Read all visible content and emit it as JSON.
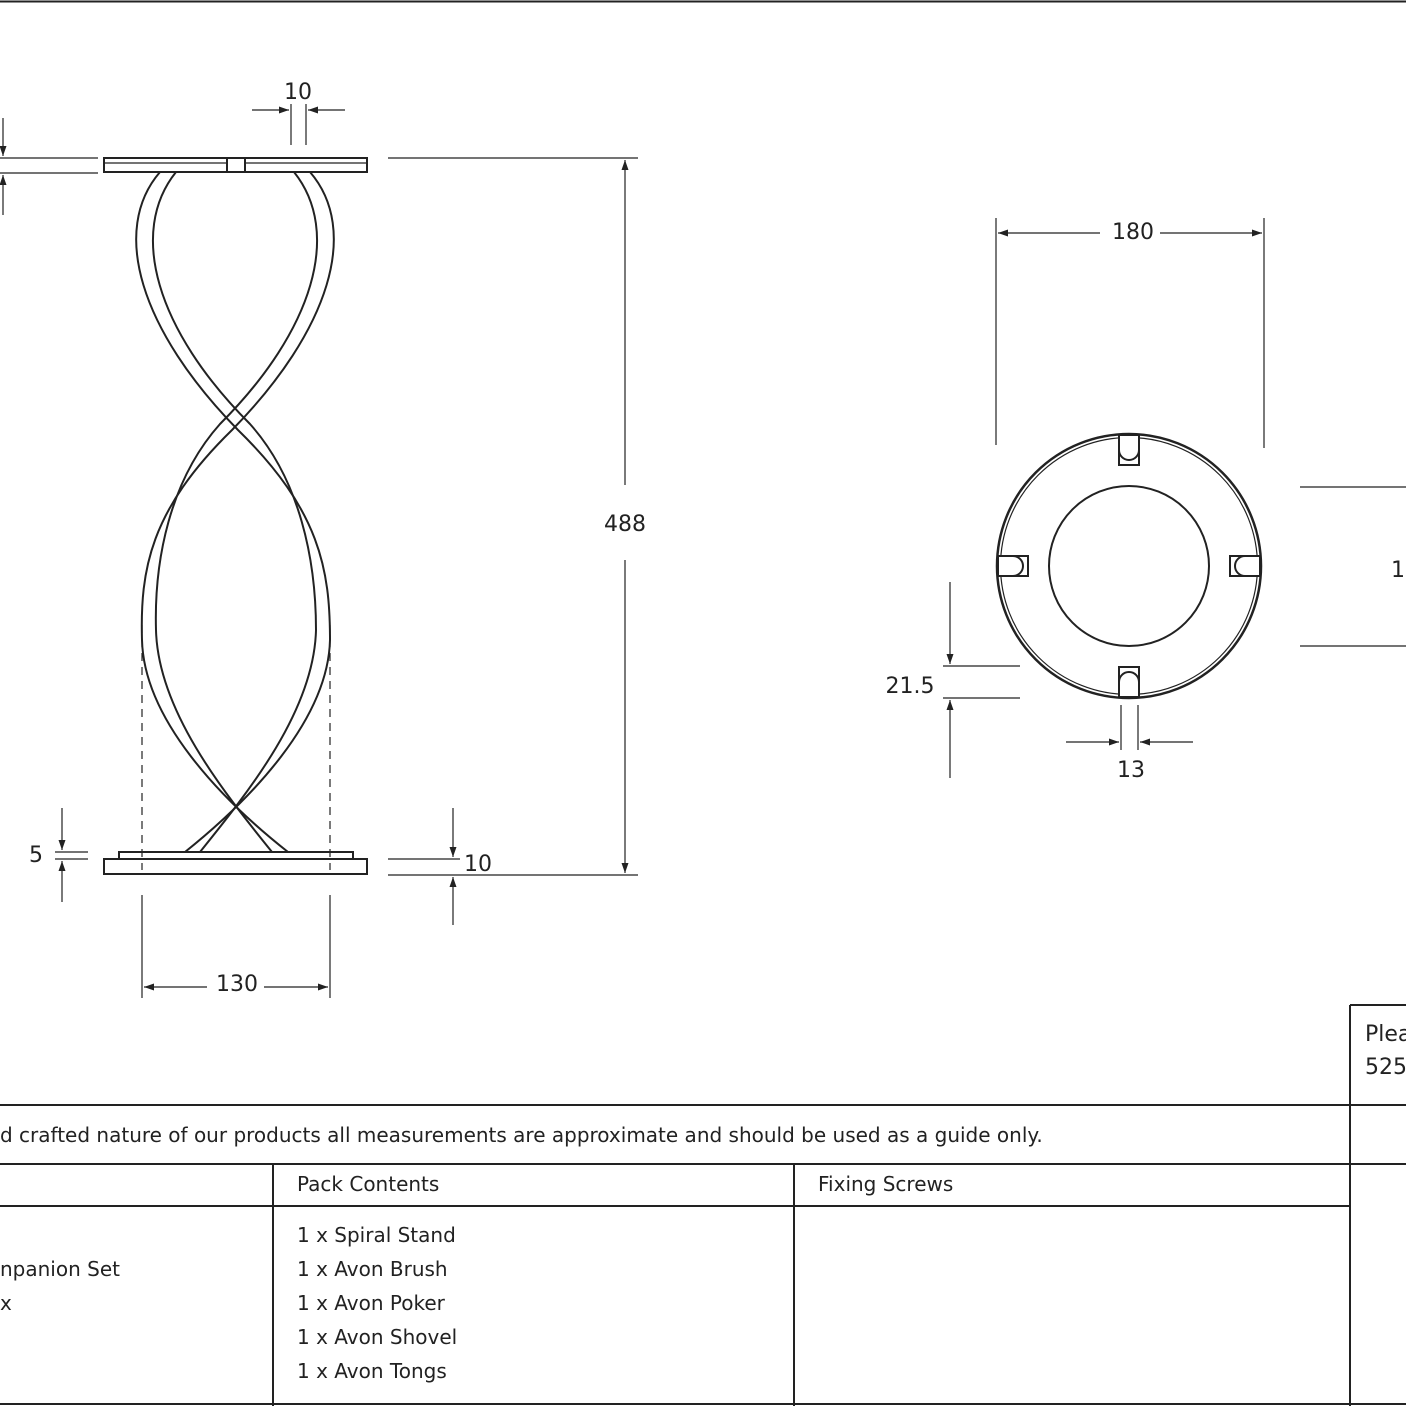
{
  "dimensions": {
    "top_slot_width": "10",
    "total_height": "488",
    "ring_diameter": "180",
    "ring_inner_partial": "1",
    "clip_offset": "21.5",
    "clip_width": "13",
    "base_step_height": "5",
    "base_thickness": "10",
    "base_width": "130"
  },
  "info_box": {
    "line1": "Plea",
    "line2": "525"
  },
  "disclaimer": "d crafted nature of our products all measurements are approximate and should be used as a guide only.",
  "table": {
    "headers": [
      "Pack Contents",
      "Fixing Screws"
    ],
    "description_lines": [
      "npanion Set",
      "x"
    ],
    "pack_contents": [
      "1 x Spiral Stand",
      "1 x Avon Brush",
      "1 x Avon Poker",
      "1 x Avon Shovel",
      "1 x Avon Tongs"
    ],
    "fixing_screws": []
  }
}
